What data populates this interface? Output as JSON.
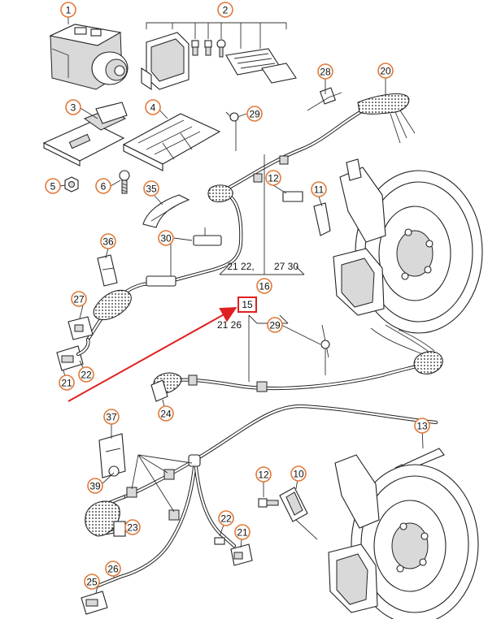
{
  "diagram": {
    "accent_color": "#e07a3a",
    "highlight_color": "#e02020",
    "callouts": [
      {
        "id": "c1",
        "label": "1"
      },
      {
        "id": "c2",
        "label": "2"
      },
      {
        "id": "c3",
        "label": "3"
      },
      {
        "id": "c4",
        "label": "4"
      },
      {
        "id": "c5",
        "label": "5"
      },
      {
        "id": "c6",
        "label": "6"
      },
      {
        "id": "c28",
        "label": "28"
      },
      {
        "id": "c20",
        "label": "20"
      },
      {
        "id": "c29a",
        "label": "29"
      },
      {
        "id": "c35",
        "label": "35"
      },
      {
        "id": "c12a",
        "label": "12"
      },
      {
        "id": "c11",
        "label": "11"
      },
      {
        "id": "c30",
        "label": "30"
      },
      {
        "id": "c36",
        "label": "36"
      },
      {
        "id": "c16",
        "label": "16"
      },
      {
        "id": "c27",
        "label": "27"
      },
      {
        "id": "c21a",
        "label": "21"
      },
      {
        "id": "c22a",
        "label": "22"
      },
      {
        "id": "c29b",
        "label": "29"
      },
      {
        "id": "c24",
        "label": "24"
      },
      {
        "id": "c37",
        "label": "37"
      },
      {
        "id": "c13",
        "label": "13"
      },
      {
        "id": "c39",
        "label": "39"
      },
      {
        "id": "c12b",
        "label": "12"
      },
      {
        "id": "c10",
        "label": "10"
      },
      {
        "id": "c23",
        "label": "23"
      },
      {
        "id": "c22b",
        "label": "22"
      },
      {
        "id": "c21b",
        "label": "21"
      },
      {
        "id": "c26",
        "label": "26"
      },
      {
        "id": "c25",
        "label": "25"
      }
    ],
    "text_labels": {
      "group16": "21 22, 27 30",
      "group15": "21 26",
      "highlighted": "15"
    }
  }
}
